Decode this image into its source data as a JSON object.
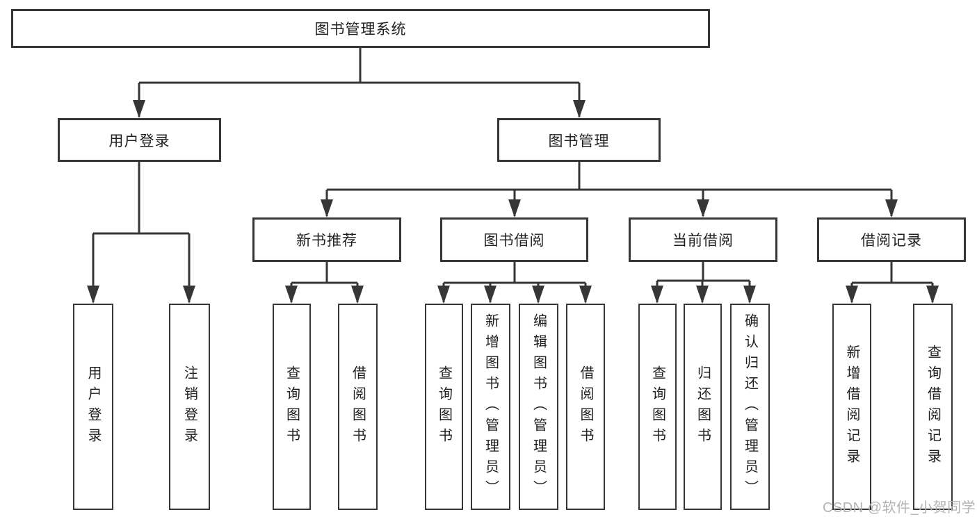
{
  "diagram": {
    "nodes": {
      "root": "图书管理系统",
      "user_login": "用户登录",
      "book_mgmt": "图书管理",
      "new_books": "新书推荐",
      "book_borrow": "图书借阅",
      "current_borrow": "当前借阅",
      "borrow_records": "借阅记录"
    },
    "leaves": {
      "user_login": [
        "用户登录",
        "注销登录"
      ],
      "new_books": [
        "查询图书",
        "借阅图书"
      ],
      "book_borrow": [
        "查询图书",
        "新增图书（管理员）",
        "编辑图书（管理员）",
        "借阅图书"
      ],
      "current_borrow": [
        "查询图书",
        "归还图书",
        "确认归还（管理员）"
      ],
      "borrow_records": [
        "新增借阅记录",
        "查询借阅记录"
      ]
    },
    "watermark": "CSDN @软件_小贺同学",
    "colors": {
      "line": "#363636",
      "text": "#202020",
      "watermark": "#b3b3b3",
      "background": "#ffffff"
    }
  }
}
